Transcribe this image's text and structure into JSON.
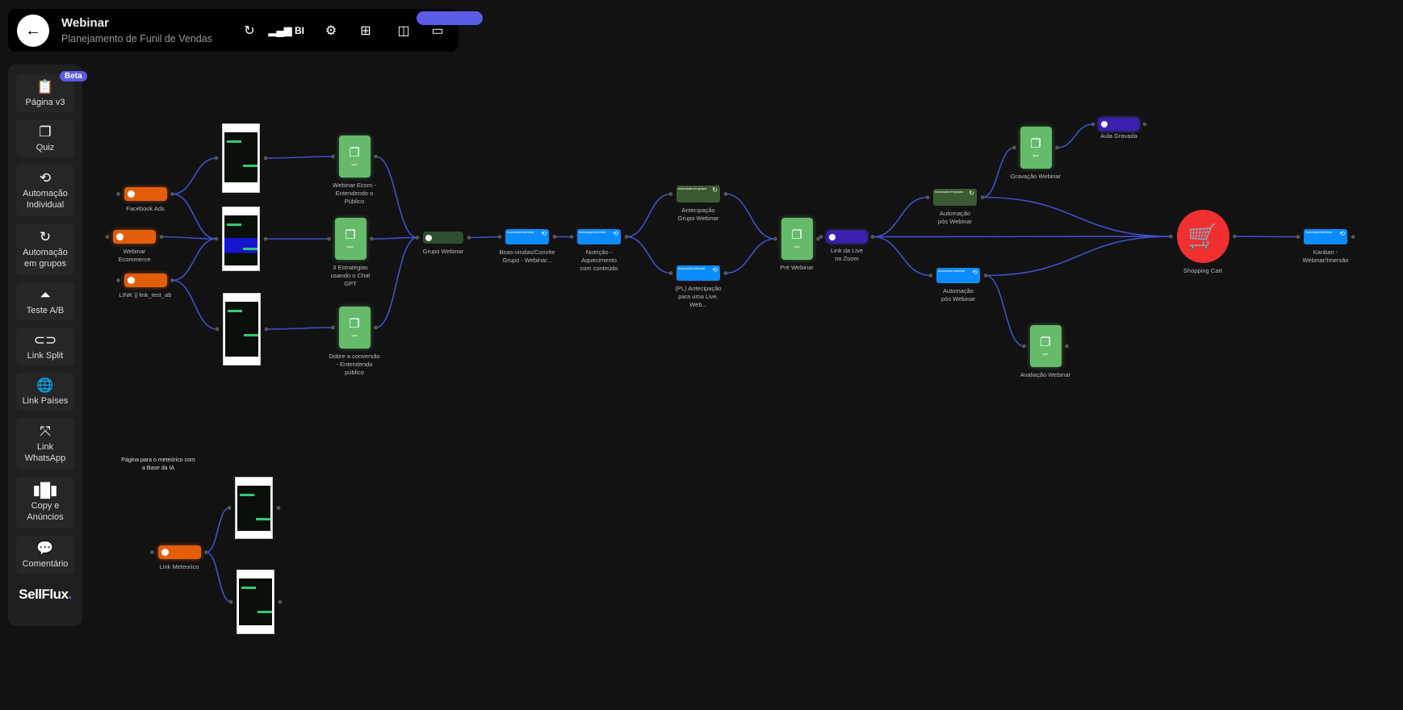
{
  "header": {
    "title": "Webinar",
    "subtitle": "Planejamento de Funil de Vendas",
    "bi_label": "BI"
  },
  "sidebar": {
    "beta": "Beta",
    "items": [
      {
        "label": "Página v3",
        "icon": "clipboard-icon"
      },
      {
        "label": "Quiz",
        "icon": "copy-icon"
      },
      {
        "label": "Automação Individual",
        "icon": "history-gear-icon"
      },
      {
        "label": "Automação em grupos",
        "icon": "rotate-icon"
      },
      {
        "label": "Teste A/B",
        "icon": "flask-icon"
      },
      {
        "label": "Link Split",
        "icon": "link-icon"
      },
      {
        "label": "Link Países",
        "icon": "globe-icon"
      },
      {
        "label": "Link WhatsApp",
        "icon": "split-arrow-icon"
      },
      {
        "label": "Copy e Anúncios",
        "icon": "carousel-icon"
      },
      {
        "label": "Comentário",
        "icon": "comment-icon"
      }
    ],
    "logo": "SellFlux"
  },
  "canvas": {
    "note": "Página para o meteórico com a Base da IA",
    "node_texts": {
      "quiz": "quiz",
      "auto_individual": "Automação individual",
      "auto_groups": "Automação em grupos"
    },
    "nodes": {
      "fb": "Facebook Ads",
      "web": "Webinar Ecommerce",
      "link": "LINK || link_test_ab",
      "q1": "Webinar Ecom - Entendendo o Público",
      "q2": "3 Estratégias usando o Chat GPT",
      "q3": "Dobre a conversão - Entendendo público",
      "grupo": "Grupo Webinar",
      "boas": "Boas-vindas/Convite Grupo - Webinar...",
      "nutri": "Nutrição - Aquecimento com conteúdo",
      "antg": "Antecipação Grupo Webinar",
      "pl": "(PL) Antecipação para uma Live, Web...",
      "pre": "Pré Webinar",
      "live": "Link da Live no Zoom",
      "apg": "Automação pós Webinar",
      "apb": "Automação pós Webinar",
      "grav": "Gravação Webinar",
      "aula": "Aula Gravada",
      "aval": "Avaliação Webinar",
      "cart": "Shopping Cart",
      "kanban": "Kanban - Webinar/Imersão",
      "met": "Link Meteorico"
    },
    "edges": [
      [
        "fb",
        "p1"
      ],
      [
        "fb",
        "p2"
      ],
      [
        "web",
        "p2"
      ],
      [
        "link",
        "p2"
      ],
      [
        "link",
        "p3"
      ],
      [
        "p1",
        "q1"
      ],
      [
        "p2",
        "q2"
      ],
      [
        "p3",
        "q3"
      ],
      [
        "q1",
        "grupo"
      ],
      [
        "q2",
        "grupo"
      ],
      [
        "q3",
        "grupo"
      ],
      [
        "grupo",
        "boas"
      ],
      [
        "boas",
        "nutri"
      ],
      [
        "nutri",
        "antg"
      ],
      [
        "nutri",
        "pl"
      ],
      [
        "antg",
        "pre"
      ],
      [
        "pl",
        "pre"
      ],
      [
        "pre",
        "live"
      ],
      [
        "live",
        "apg"
      ],
      [
        "live",
        "cart"
      ],
      [
        "live",
        "apb"
      ],
      [
        "apg",
        "grav"
      ],
      [
        "apg",
        "cart"
      ],
      [
        "grav",
        "aula"
      ],
      [
        "apb",
        "cart"
      ],
      [
        "apb",
        "aval"
      ],
      [
        "cart",
        "kanban"
      ],
      [
        "met",
        "mp1"
      ],
      [
        "met",
        "mp2"
      ]
    ]
  },
  "colors": {
    "accent": "#5b5ce6",
    "edge": "#3f51c8",
    "source": "#e35d0b",
    "quiz": "#66bb6a",
    "automation": "#0a8cff",
    "cart": "#f03030"
  }
}
